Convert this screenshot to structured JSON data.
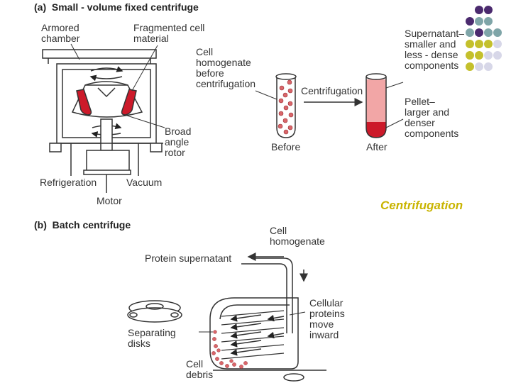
{
  "part_a": {
    "heading": "(a)  Small - volume fixed centrifuge",
    "armored_chamber": "Armored\nchamber",
    "fragmented_cell": "Fragmented cell\nmaterial",
    "cell_homogenate_before": "Cell\nhomogenate\nbefore\ncentrifugation",
    "centrifugation_arrow": "Centrifugation",
    "supernatant": "Supernatant–\nsmaller and\nless - dense\ncomponents",
    "pellet": "Pellet–\nlarger and\ndenser\ncomponents",
    "broad_angle_rotor": "Broad\nangle\nrotor",
    "before": "Before",
    "after": "After",
    "refrigeration": "Refrigeration",
    "vacuum": "Vacuum",
    "motor": "Motor"
  },
  "slide_title": "Centrifugation",
  "part_b": {
    "heading": "(b)  Batch centrifuge",
    "cell_homogenate": "Cell\nhomogenate",
    "protein_supernatant": "Protein supernatant",
    "cellular_proteins": "Cellular\nproteins\nmove\ninward",
    "separating_disks": "Separating\ndisks",
    "cell_debris": "Cell\ndebris"
  },
  "colors": {
    "red": "#cc1a2a",
    "pink": "#f2a6a6",
    "cell_dot": "#d9666a",
    "accent_yellow": "#c9b400",
    "dot_purple": "#4b2a6e",
    "dot_teal": "#7fa5a8",
    "dot_olive": "#c4c02c",
    "dot_lavender": "#d7d7e8"
  },
  "corner_dots": [
    [
      "",
      "dot_purple",
      "dot_purple",
      ""
    ],
    [
      "dot_purple",
      "dot_teal",
      "dot_teal",
      ""
    ],
    [
      "dot_teal",
      "dot_purple",
      "dot_teal",
      "dot_teal"
    ],
    [
      "dot_olive",
      "dot_olive",
      "dot_olive",
      "dot_lavender"
    ],
    [
      "dot_olive",
      "dot_olive",
      "dot_lavender",
      "dot_lavender"
    ],
    [
      "dot_olive",
      "dot_lavender",
      "dot_lavender",
      ""
    ]
  ]
}
